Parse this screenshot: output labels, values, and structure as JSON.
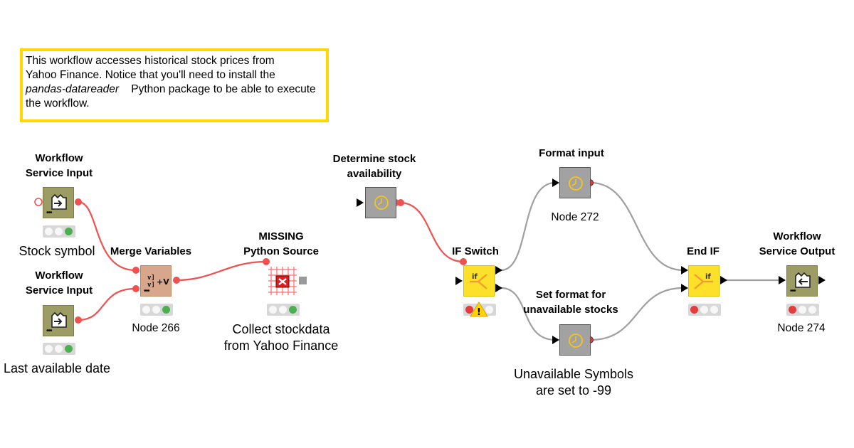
{
  "annotation": {
    "line1": "This workflow accesses historical stock prices from",
    "line2": "Yahoo Finance. Notice that you'll need to install the",
    "pkg": "pandas-datareader",
    "line3_rest": "Python package to be able to execute",
    "line4": "the workflow."
  },
  "nodes": {
    "wsi1": {
      "title1": "Workflow",
      "title2": "Service Input",
      "caption": "Stock symbol",
      "status": "green"
    },
    "wsi2": {
      "title1": "Workflow",
      "title2": "Service Input",
      "caption": "Last available date",
      "status": "green"
    },
    "merge": {
      "title": "Merge Variables",
      "caption": "Node 266",
      "status": "green",
      "icon_text": "+V"
    },
    "python": {
      "title1": "MISSING",
      "title2": "Python Source",
      "caption1": "Collect stockdata",
      "caption2": "from Yahoo Finance",
      "status": "green"
    },
    "determine": {
      "title1": "Determine stock",
      "title2": "availability"
    },
    "ifswitch": {
      "title": "IF Switch",
      "status": "red",
      "warning": "!",
      "icon_text": "if"
    },
    "format": {
      "title": "Format input",
      "caption": "Node 272"
    },
    "setformat": {
      "title1": "Set format for",
      "title2": "unavailable stocks",
      "caption1": "Unavailable Symbols",
      "caption2": "are set to -99"
    },
    "endif": {
      "title": "End IF",
      "status": "red",
      "icon_text": "if"
    },
    "wso": {
      "title1": "Workflow",
      "title2": "Service Output",
      "caption": "Node 274",
      "status": "red"
    }
  },
  "colors": {
    "annotation_border": "#ffd800",
    "flow_variable_link": "#f05050",
    "data_link": "#a0a0a0",
    "status_green": "#4caf50",
    "status_red": "#e53b3b",
    "switch_node": "#fde02a",
    "source_node": "#9c9c64",
    "manipulator_node": "#d8a68a",
    "metanode": "#a2a2a2"
  }
}
